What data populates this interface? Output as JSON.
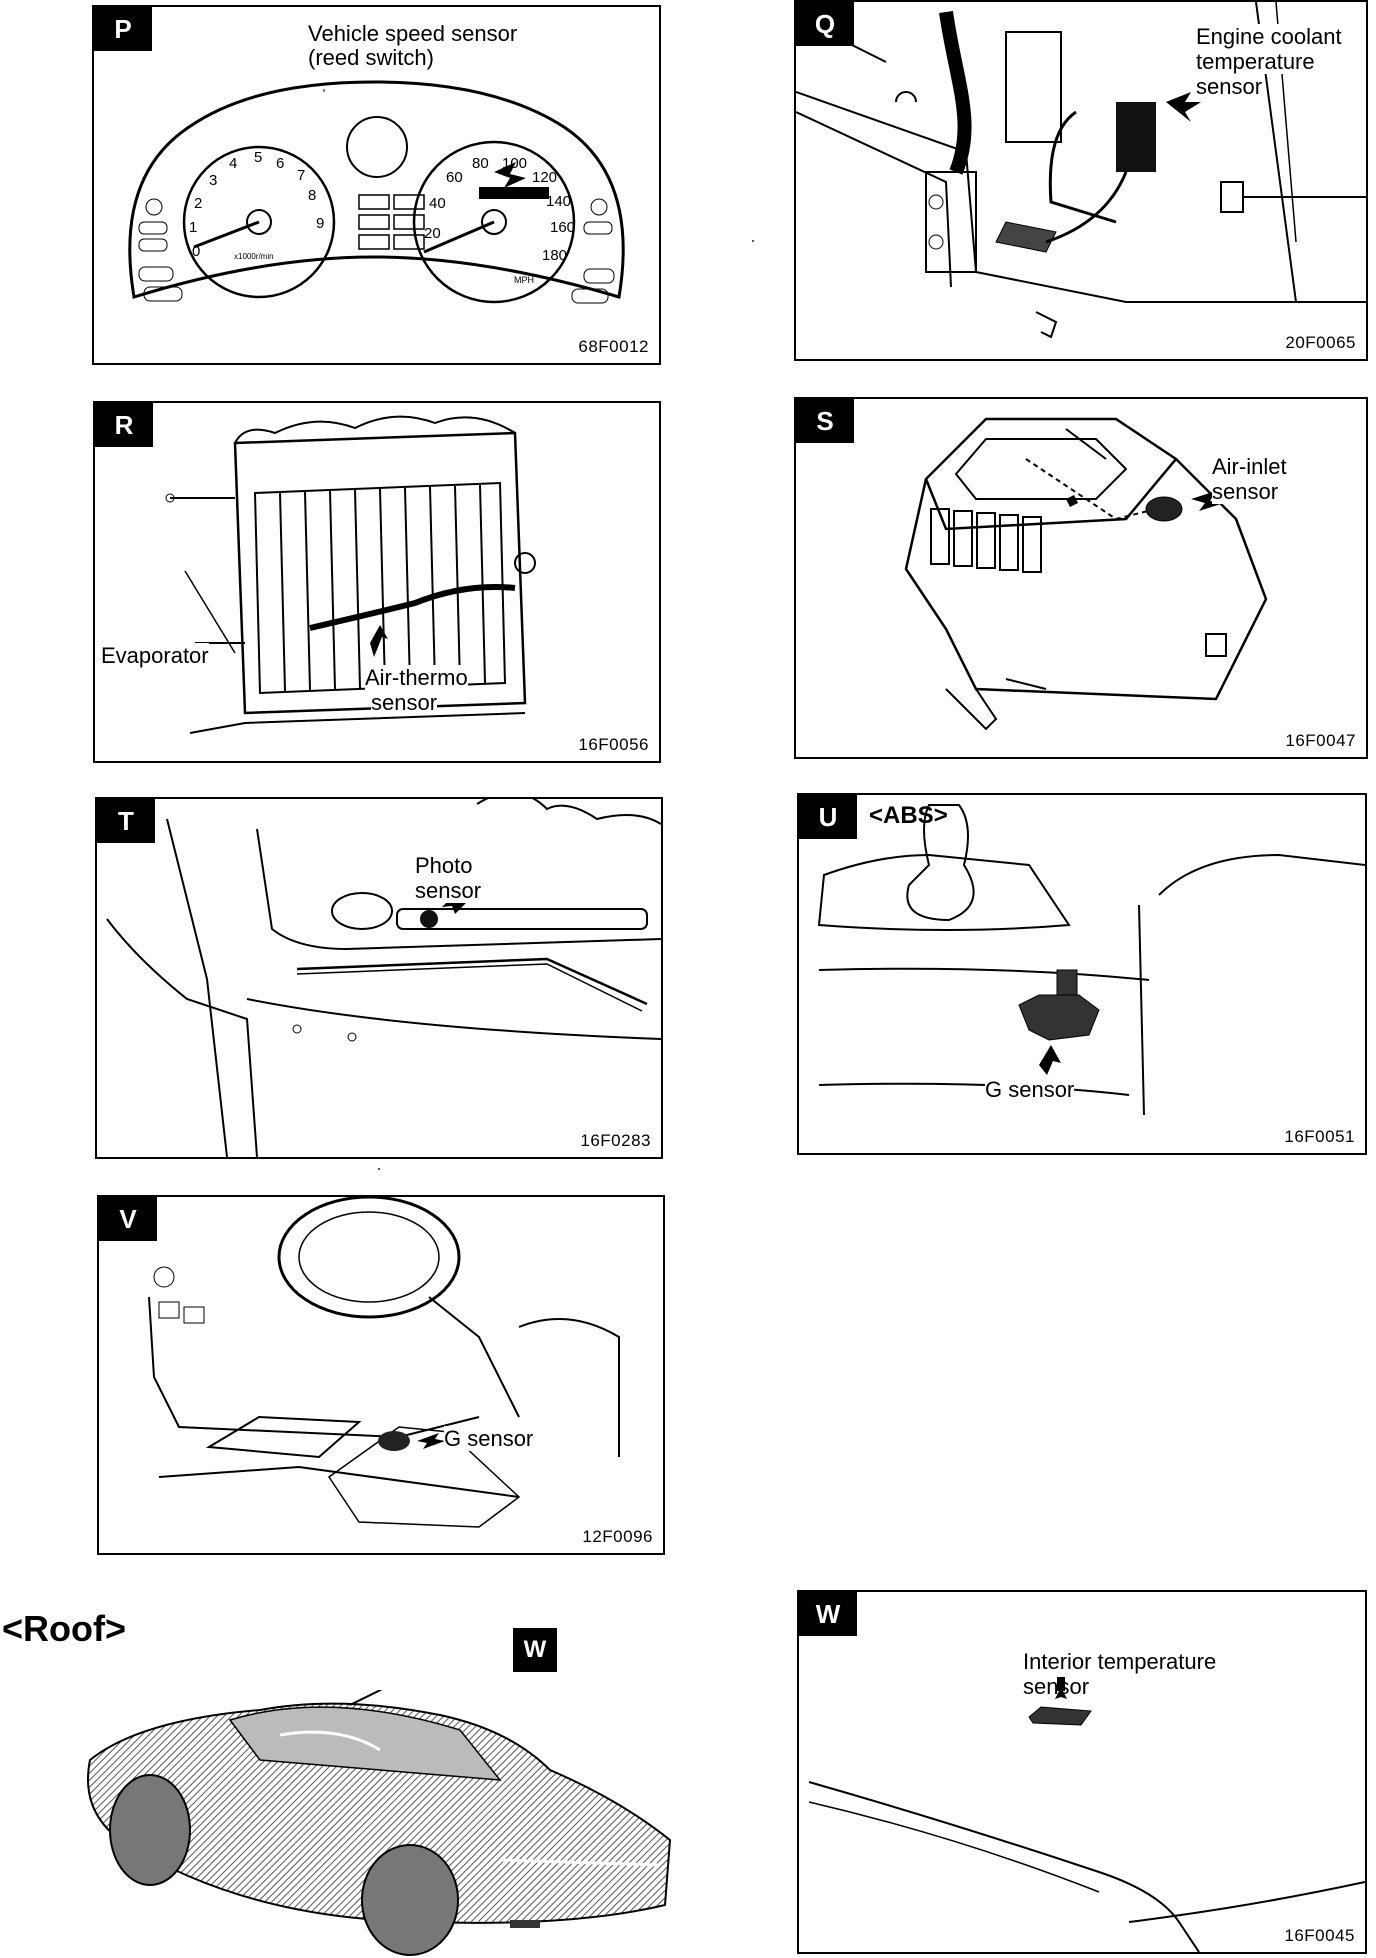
{
  "panels": {
    "p": {
      "letter": "P",
      "label1": "Vehicle speed sensor",
      "label2": "(reed switch)",
      "code": "68F0012",
      "gauges": [
        "5",
        "4",
        "6",
        "3",
        "7",
        "2",
        "8",
        "1",
        "9",
        "0",
        "x1000r/min",
        "20",
        "40",
        "60",
        "80",
        "100",
        "120",
        "140",
        "160",
        "180",
        "MPH"
      ]
    },
    "q": {
      "letter": "Q",
      "label1": "Engine coolant",
      "label2": "temperature",
      "label3": "sensor",
      "code": "20F0065"
    },
    "r": {
      "letter": "R",
      "label_evap": "Evaporator",
      "label1": "Air-thermo",
      "label2": "sensor",
      "code": "16F0056"
    },
    "s": {
      "letter": "S",
      "label1": "Air-inlet",
      "label2": "sensor",
      "code": "16F0047"
    },
    "t": {
      "letter": "T",
      "label1": "Photo",
      "label2": "sensor",
      "code": "16F0283"
    },
    "u": {
      "letter": "U",
      "tag_abs": "<ABS>",
      "label1": "G sensor",
      "code": "16F0051"
    },
    "v": {
      "letter": "V",
      "label1": "G sensor",
      "code": "12F0096"
    },
    "w": {
      "letter": "W",
      "label1": "Interior temperature",
      "label2": "sensor",
      "code": "16F0045"
    }
  },
  "roof": {
    "title": "<Roof>",
    "callout": "W"
  },
  "colors": {
    "ink": "#000000",
    "paper": "#ffffff",
    "sensor": "#222222"
  }
}
